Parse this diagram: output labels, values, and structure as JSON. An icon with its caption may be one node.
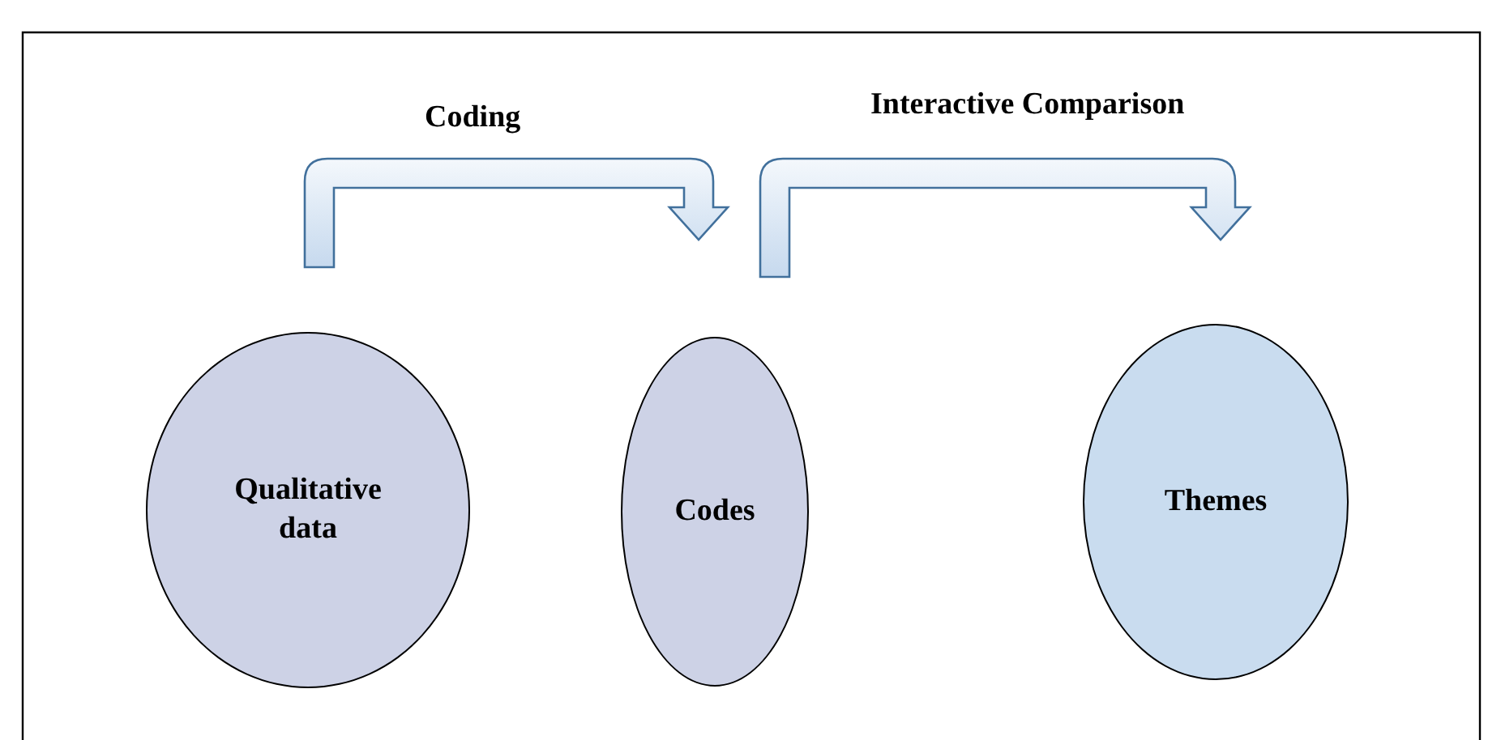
{
  "diagram": {
    "nodes": [
      {
        "text": [
          "Qualitative data"
        ]
      },
      {
        "text": [
          "Codes"
        ]
      },
      {
        "text": [
          "Themes"
        ]
      }
    ],
    "edges": [
      {
        "from": 0,
        "to": 1,
        "arrow": "to",
        "label": "Coding"
      },
      {
        "from": 1,
        "to": 2,
        "arrow": "to",
        "label": "Interactive Comparison"
      }
    ]
  }
}
